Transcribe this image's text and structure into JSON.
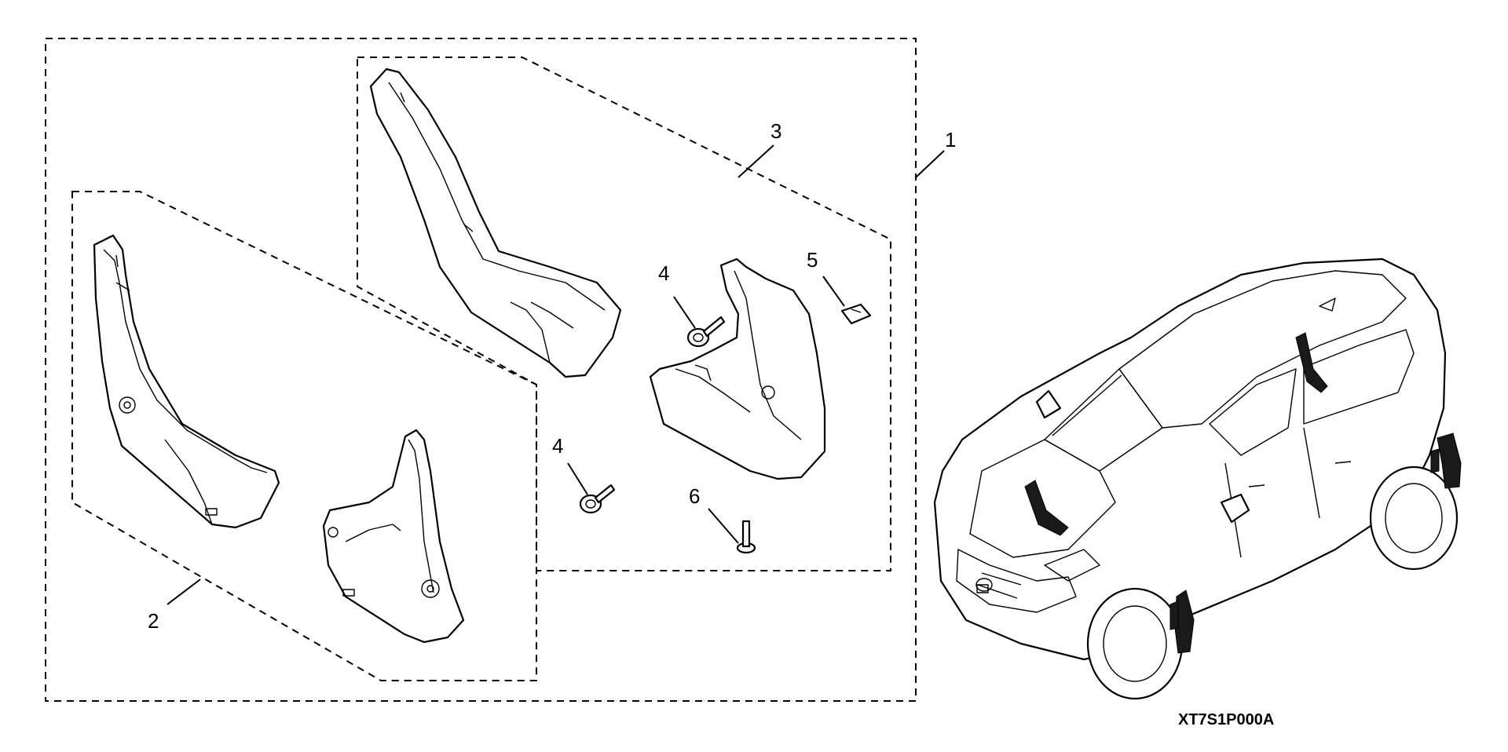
{
  "diagram": {
    "code": "XT7S1P000A",
    "callouts": [
      {
        "id": "1",
        "label": "1"
      },
      {
        "id": "2",
        "label": "2"
      },
      {
        "id": "3",
        "label": "3"
      },
      {
        "id": "4a",
        "label": "4"
      },
      {
        "id": "4b",
        "label": "4"
      },
      {
        "id": "5",
        "label": "5"
      },
      {
        "id": "6",
        "label": "6"
      }
    ]
  }
}
